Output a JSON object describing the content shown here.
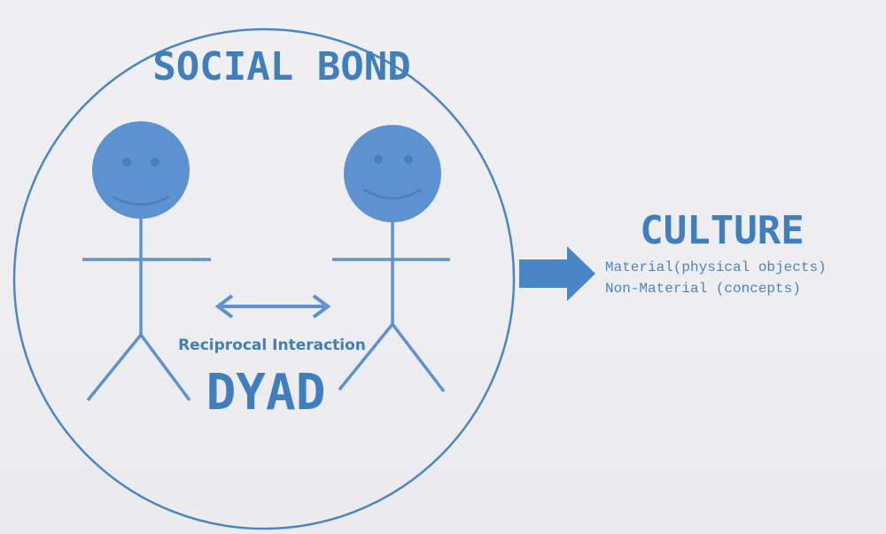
{
  "diagram": {
    "title": "SOCIAL BOND",
    "interaction_label": "Reciprocal Interaction",
    "dyad_label": "DYAD",
    "culture": {
      "title": "CULTURE",
      "items": [
        "Material(physical objects)",
        "Non-Material (concepts)"
      ]
    },
    "colors": {
      "stroke": "#4a86c5",
      "face_fill": "#5b92cf",
      "text": "#3f7fbf",
      "background": "#eeeef0"
    },
    "icons": {
      "left_figure": "stick-figure-icon",
      "right_figure": "stick-figure-icon",
      "interaction_arrow": "double-arrow-icon",
      "culture_arrow": "right-arrow-icon"
    }
  }
}
